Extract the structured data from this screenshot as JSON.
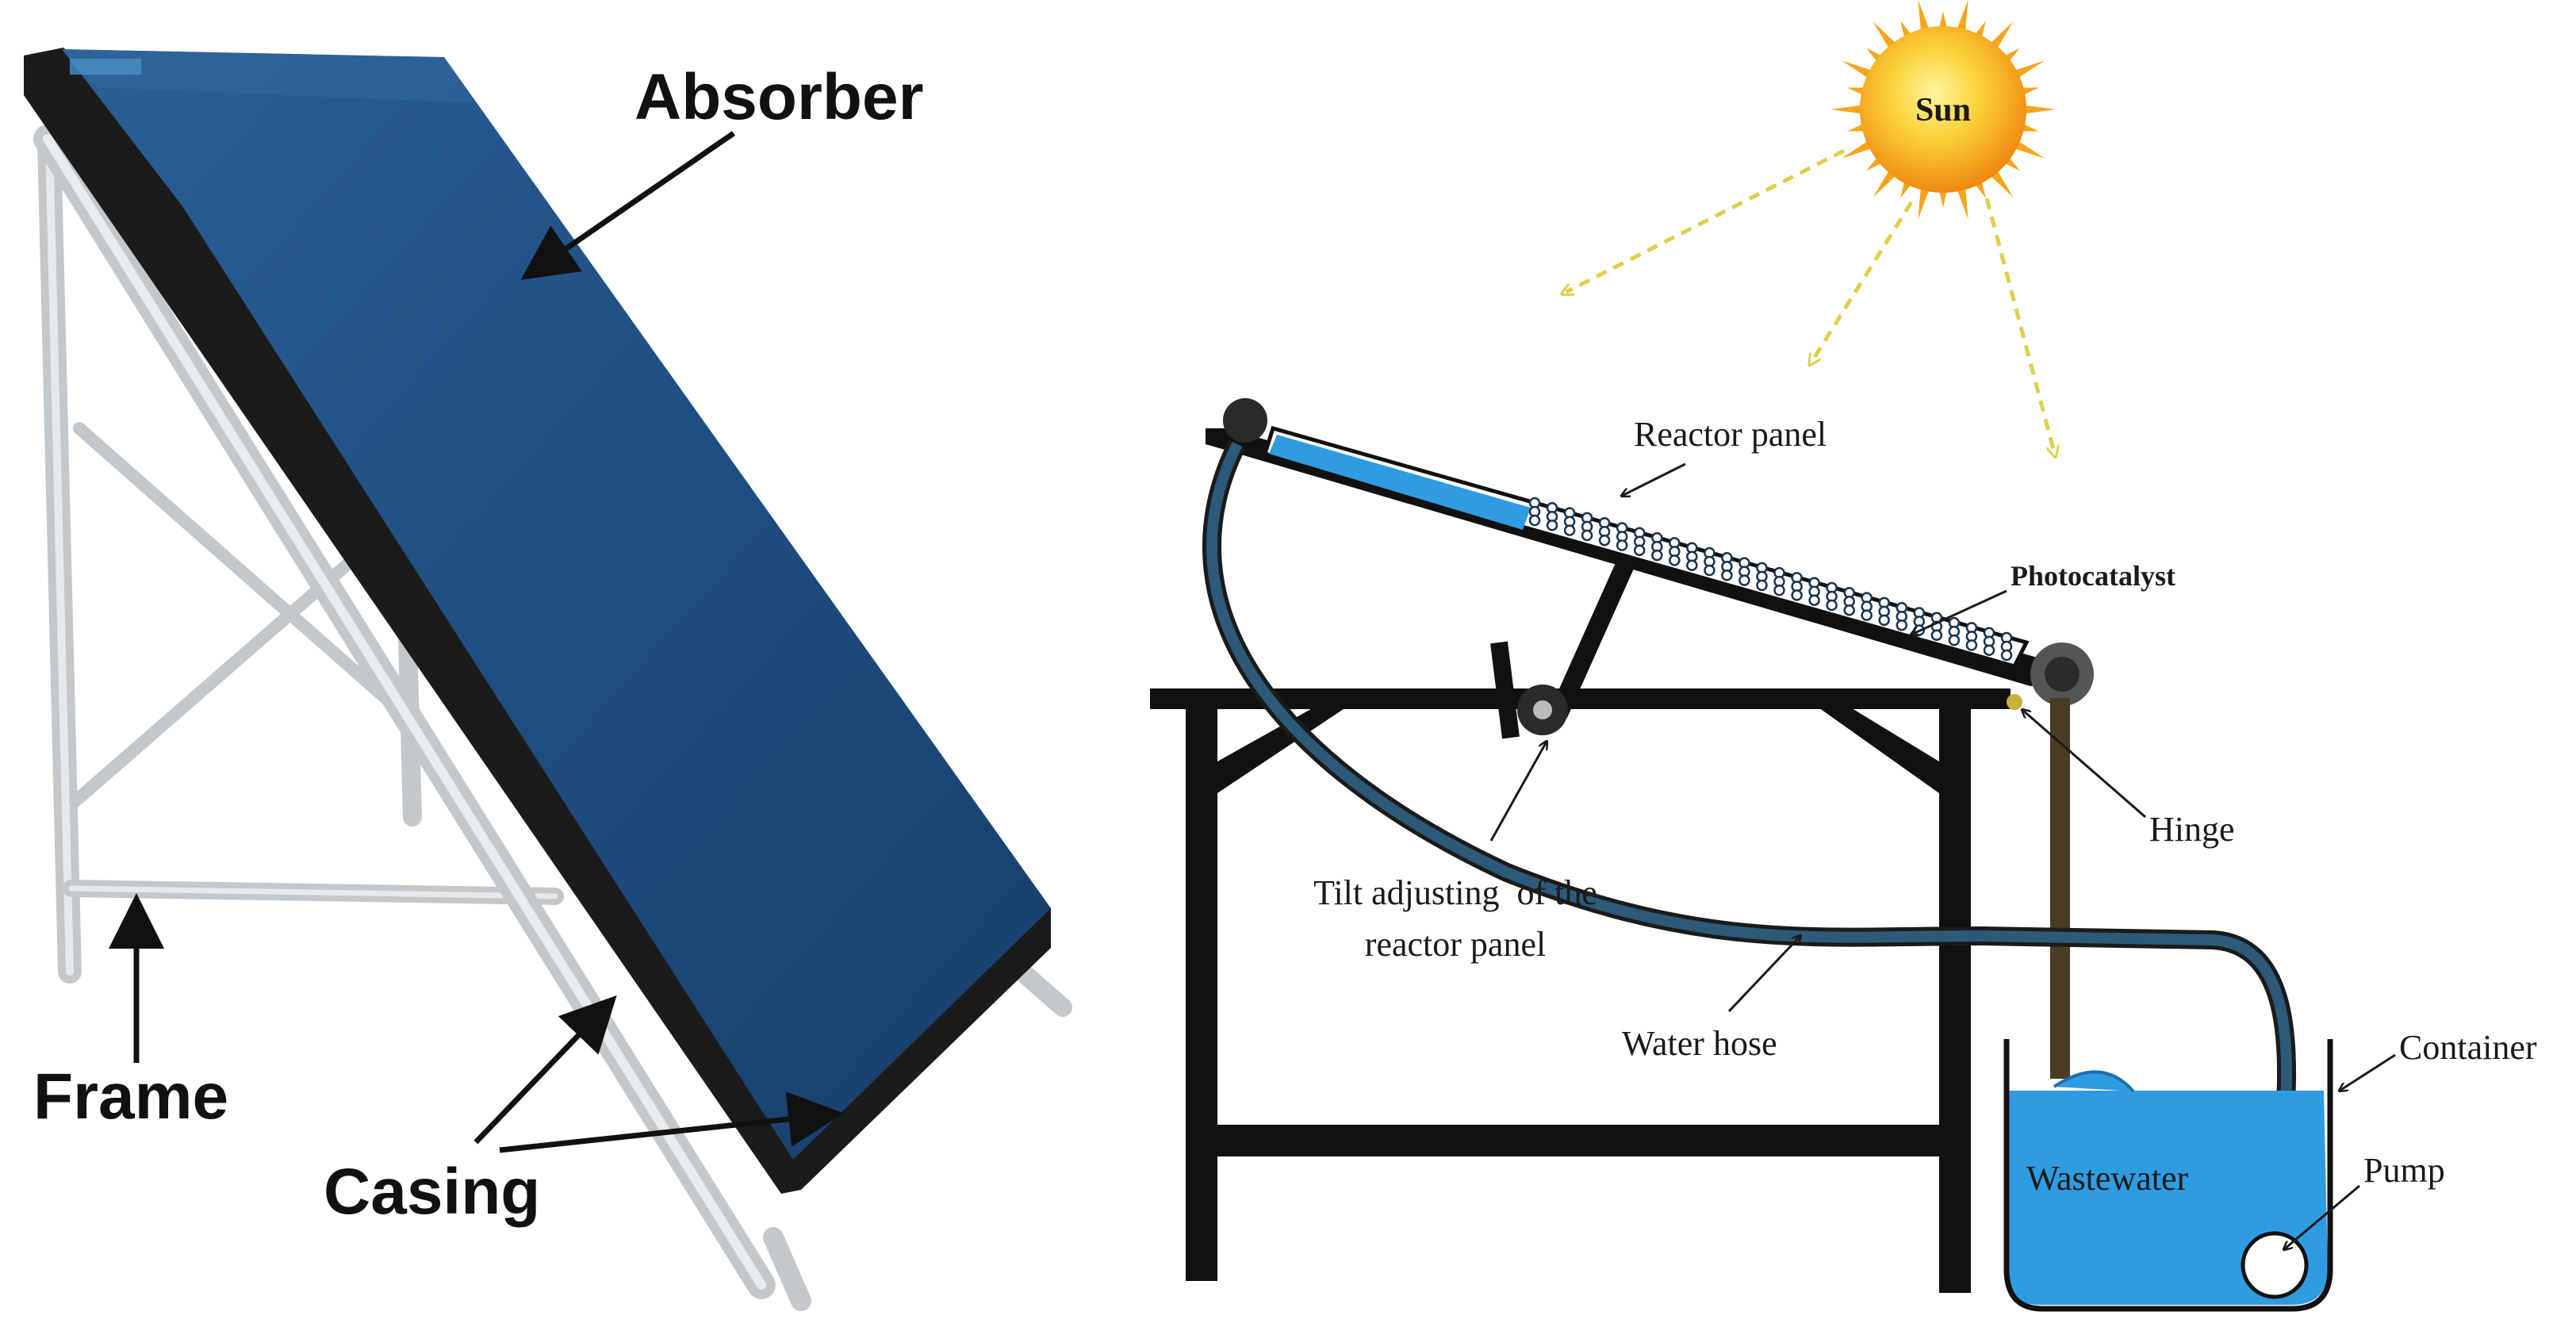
{
  "left_panel": {
    "labels": {
      "absorber": "Absorber",
      "frame": "Frame",
      "casing": "Casing"
    }
  },
  "right_panel": {
    "labels": {
      "sun": "Sun",
      "reactor_panel": "Reactor panel",
      "photocatalyst": "Photocatalyst",
      "hinge": "Hinge",
      "tilt_line1": "Tilt adjusting  of the",
      "tilt_line2": "reactor panel",
      "water_hose": "Water hose",
      "container": "Container",
      "wastewater": "Wastewater",
      "pump": "Pump"
    }
  },
  "colors": {
    "panel_face": "#1f4f82",
    "panel_edge": "#1a1a1a",
    "frame_metal": "#c9cdd1",
    "water": "#2f9be0",
    "hose": "#2c5a78",
    "table": "#111111",
    "sun_core": "#f6b21c",
    "sun_ray": "#e9d84a"
  }
}
